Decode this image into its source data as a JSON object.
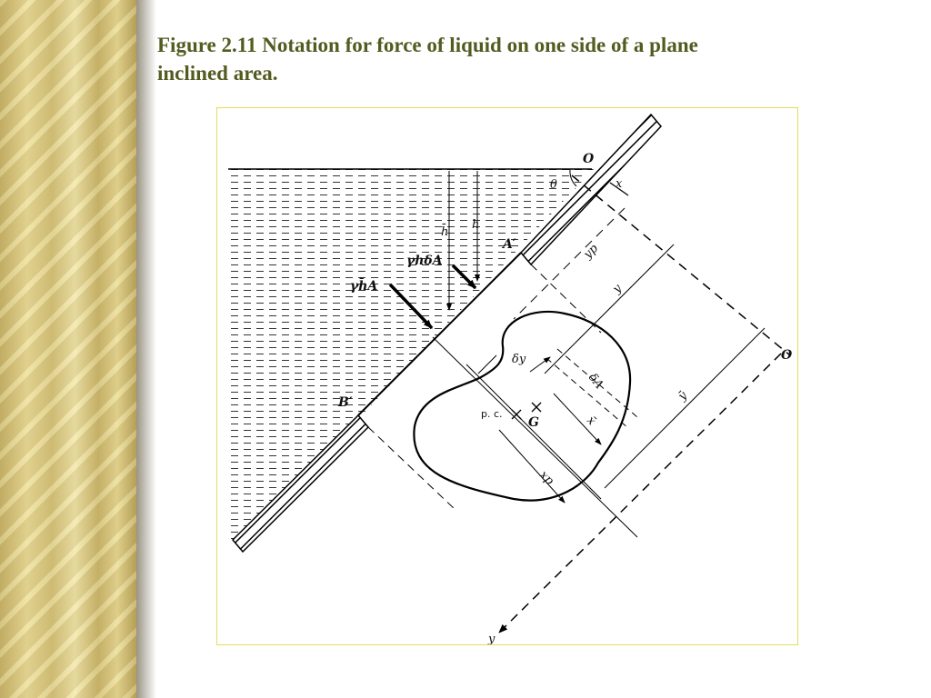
{
  "slide": {
    "title": "Figure 2.11  Notation for force of liquid on one side of a plane\ninclined area."
  },
  "figure": {
    "labels": {
      "origin_top": "O",
      "origin_right": "O",
      "theta": "θ",
      "h_bar": "h̄",
      "h": "h",
      "point_a": "A′",
      "point_b": "B′",
      "force_element": "γhδA",
      "force_total": "γh̄A",
      "x_axis": "x",
      "y_axis": "y",
      "y_p": "yp",
      "y": "y",
      "y_bar": "ȳ",
      "delta_y": "δy",
      "delta_a": "δA",
      "x_bar": "x̄",
      "x_p": "xp",
      "pressure_center": "p. c.",
      "centroid": "G"
    }
  }
}
